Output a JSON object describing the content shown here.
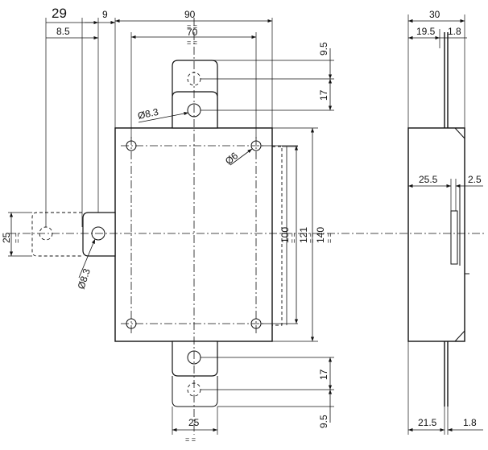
{
  "dimensions": {
    "d29": "29",
    "d9": "9",
    "d90": "90",
    "d8_5": "8.5",
    "d70": "70",
    "d30": "30",
    "d19_5": "19.5",
    "d1_8_top": "1.8",
    "d9_5_top": "9.5",
    "d17_top": "17",
    "dia8_3_top": "Ø8.3",
    "dia6": "Ø6",
    "d25_5": "25.5",
    "d2_5": "2.5",
    "d25_left": "25",
    "dia8_3_left": "Ø8.3",
    "d100": "100",
    "d121": "121",
    "d140": "140",
    "d17_bottom": "17",
    "d9_5_bottom": "9.5",
    "d25_bottom": "25",
    "d21_5": "21.5",
    "d1_8_bottom": "1.8"
  },
  "symmetry_mark": "= ="
}
